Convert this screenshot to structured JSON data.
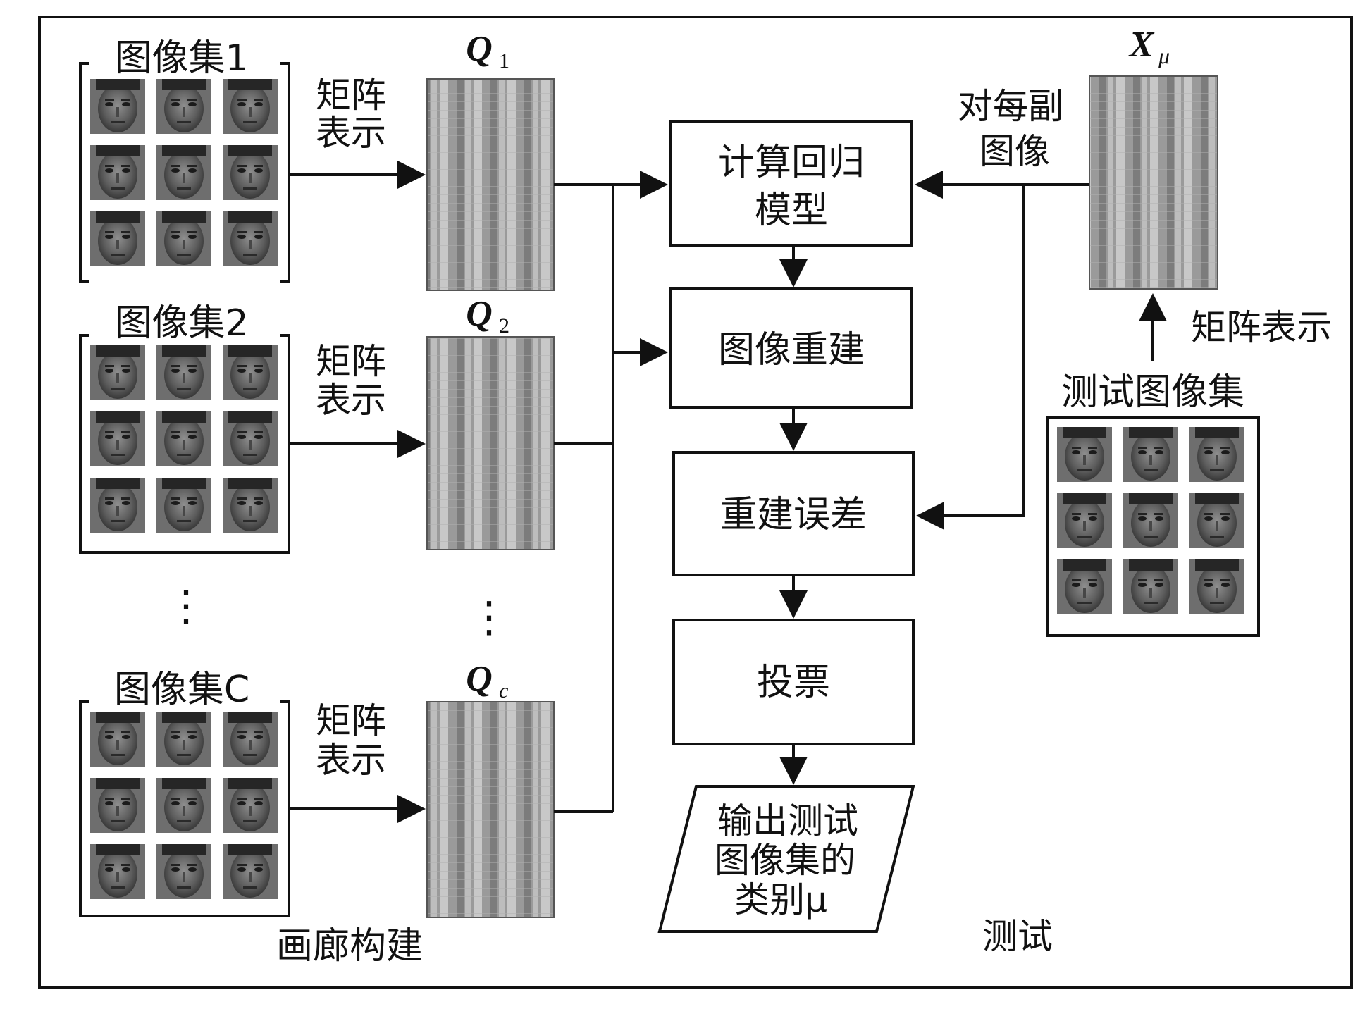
{
  "galleries": [
    {
      "title": "图像集1",
      "matrix_label": "Q",
      "matrix_sub": "1",
      "arrow_label_1": "矩阵",
      "arrow_label_2": "表示"
    },
    {
      "title": "图像集2",
      "matrix_label": "Q",
      "matrix_sub": "2",
      "arrow_label_1": "矩阵",
      "arrow_label_2": "表示"
    },
    {
      "title": "图像集C",
      "matrix_label": "Q",
      "matrix_sub": "c",
      "arrow_label_1": "矩阵",
      "arrow_label_2": "表示"
    }
  ],
  "ellipsis": "⋮",
  "flow": {
    "step1_line1": "计算回归",
    "step1_line2": "模型",
    "step2": "图像重建",
    "step3": "重建误差",
    "step4": "投票",
    "output_line1": "输出测试",
    "output_line2": "图像集的",
    "output_line3": "类别μ"
  },
  "test": {
    "matrix_label": "X",
    "matrix_sub": "μ",
    "per_image_1": "对每副",
    "per_image_2": "图像",
    "matrix_repr": "矩阵表示",
    "set_title": "测试图像集"
  },
  "sections": {
    "gallery": "画廊构建",
    "test": "测试"
  }
}
